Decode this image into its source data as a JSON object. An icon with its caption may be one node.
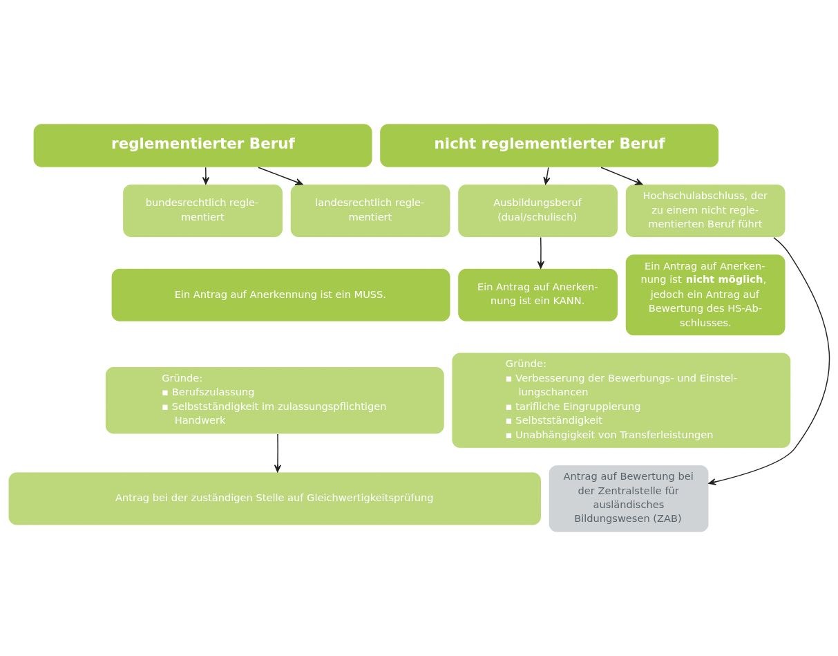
{
  "diagram": {
    "nodes": [
      {
        "text": [
          "reglementierter Beruf"
        ]
      },
      {
        "text": [
          "nicht reglementierter Beruf"
        ]
      },
      {
        "text": [
          "bundesrechtlich regle- mentiert"
        ]
      },
      {
        "text": [
          "landesrechtlich regle- mentiert"
        ]
      },
      {
        "text": [
          "Ausbildungsberuf (dual/schulisch)"
        ]
      },
      {
        "text": [
          "Hochschulabschluss, der zu einem nicht regle- mentierten Beruf führt"
        ]
      },
      {
        "text": [
          "Ein Antrag auf Anerkennung ist ein MUSS."
        ]
      },
      {
        "text": [
          "Ein Antrag auf Anerken- nung ist ein KANN."
        ]
      },
      {
        "text": [
          "Ein Antrag auf Anerken- nung ist **nicht möglich**, jedoch ein Antrag auf Bewertung des HS-Ab- schlusses."
        ]
      },
      {
        "text": [
          "Gründe:",
          "▪ Berufszulassung",
          "▪ Selbstständigkeit im zulassungspflichtigen Handwerk"
        ]
      },
      {
        "text": [
          "Gründe:",
          "▪ Verbesserung der Bewerbungs- und Einstel- lungschancen",
          "▪ tarifliche Eingruppierung",
          "▪ Selbstständigkeit",
          "▪ Unabhängigkeit von Transferleistungen"
        ]
      },
      {
        "text": [
          "Antrag bei der zuständigen Stelle auf Gleichwertigkeitsprüfung"
        ]
      },
      {
        "text": [
          "Antrag auf Bewertung bei der Zentralstelle für ausländisches Bildungswesen (ZAB)"
        ]
      }
    ],
    "edges": [
      {
        "from": 0,
        "to": 2,
        "arrow": "to"
      },
      {
        "from": 0,
        "to": 3,
        "arrow": "to"
      },
      {
        "from": 1,
        "to": 4,
        "arrow": "to"
      },
      {
        "from": 1,
        "to": 5,
        "arrow": "to"
      },
      {
        "from": 4,
        "to": 7,
        "arrow": "to"
      },
      {
        "from": 5,
        "to": 12,
        "arrow": "to"
      },
      {
        "from": 9,
        "to": 11,
        "arrow": "to"
      }
    ]
  }
}
